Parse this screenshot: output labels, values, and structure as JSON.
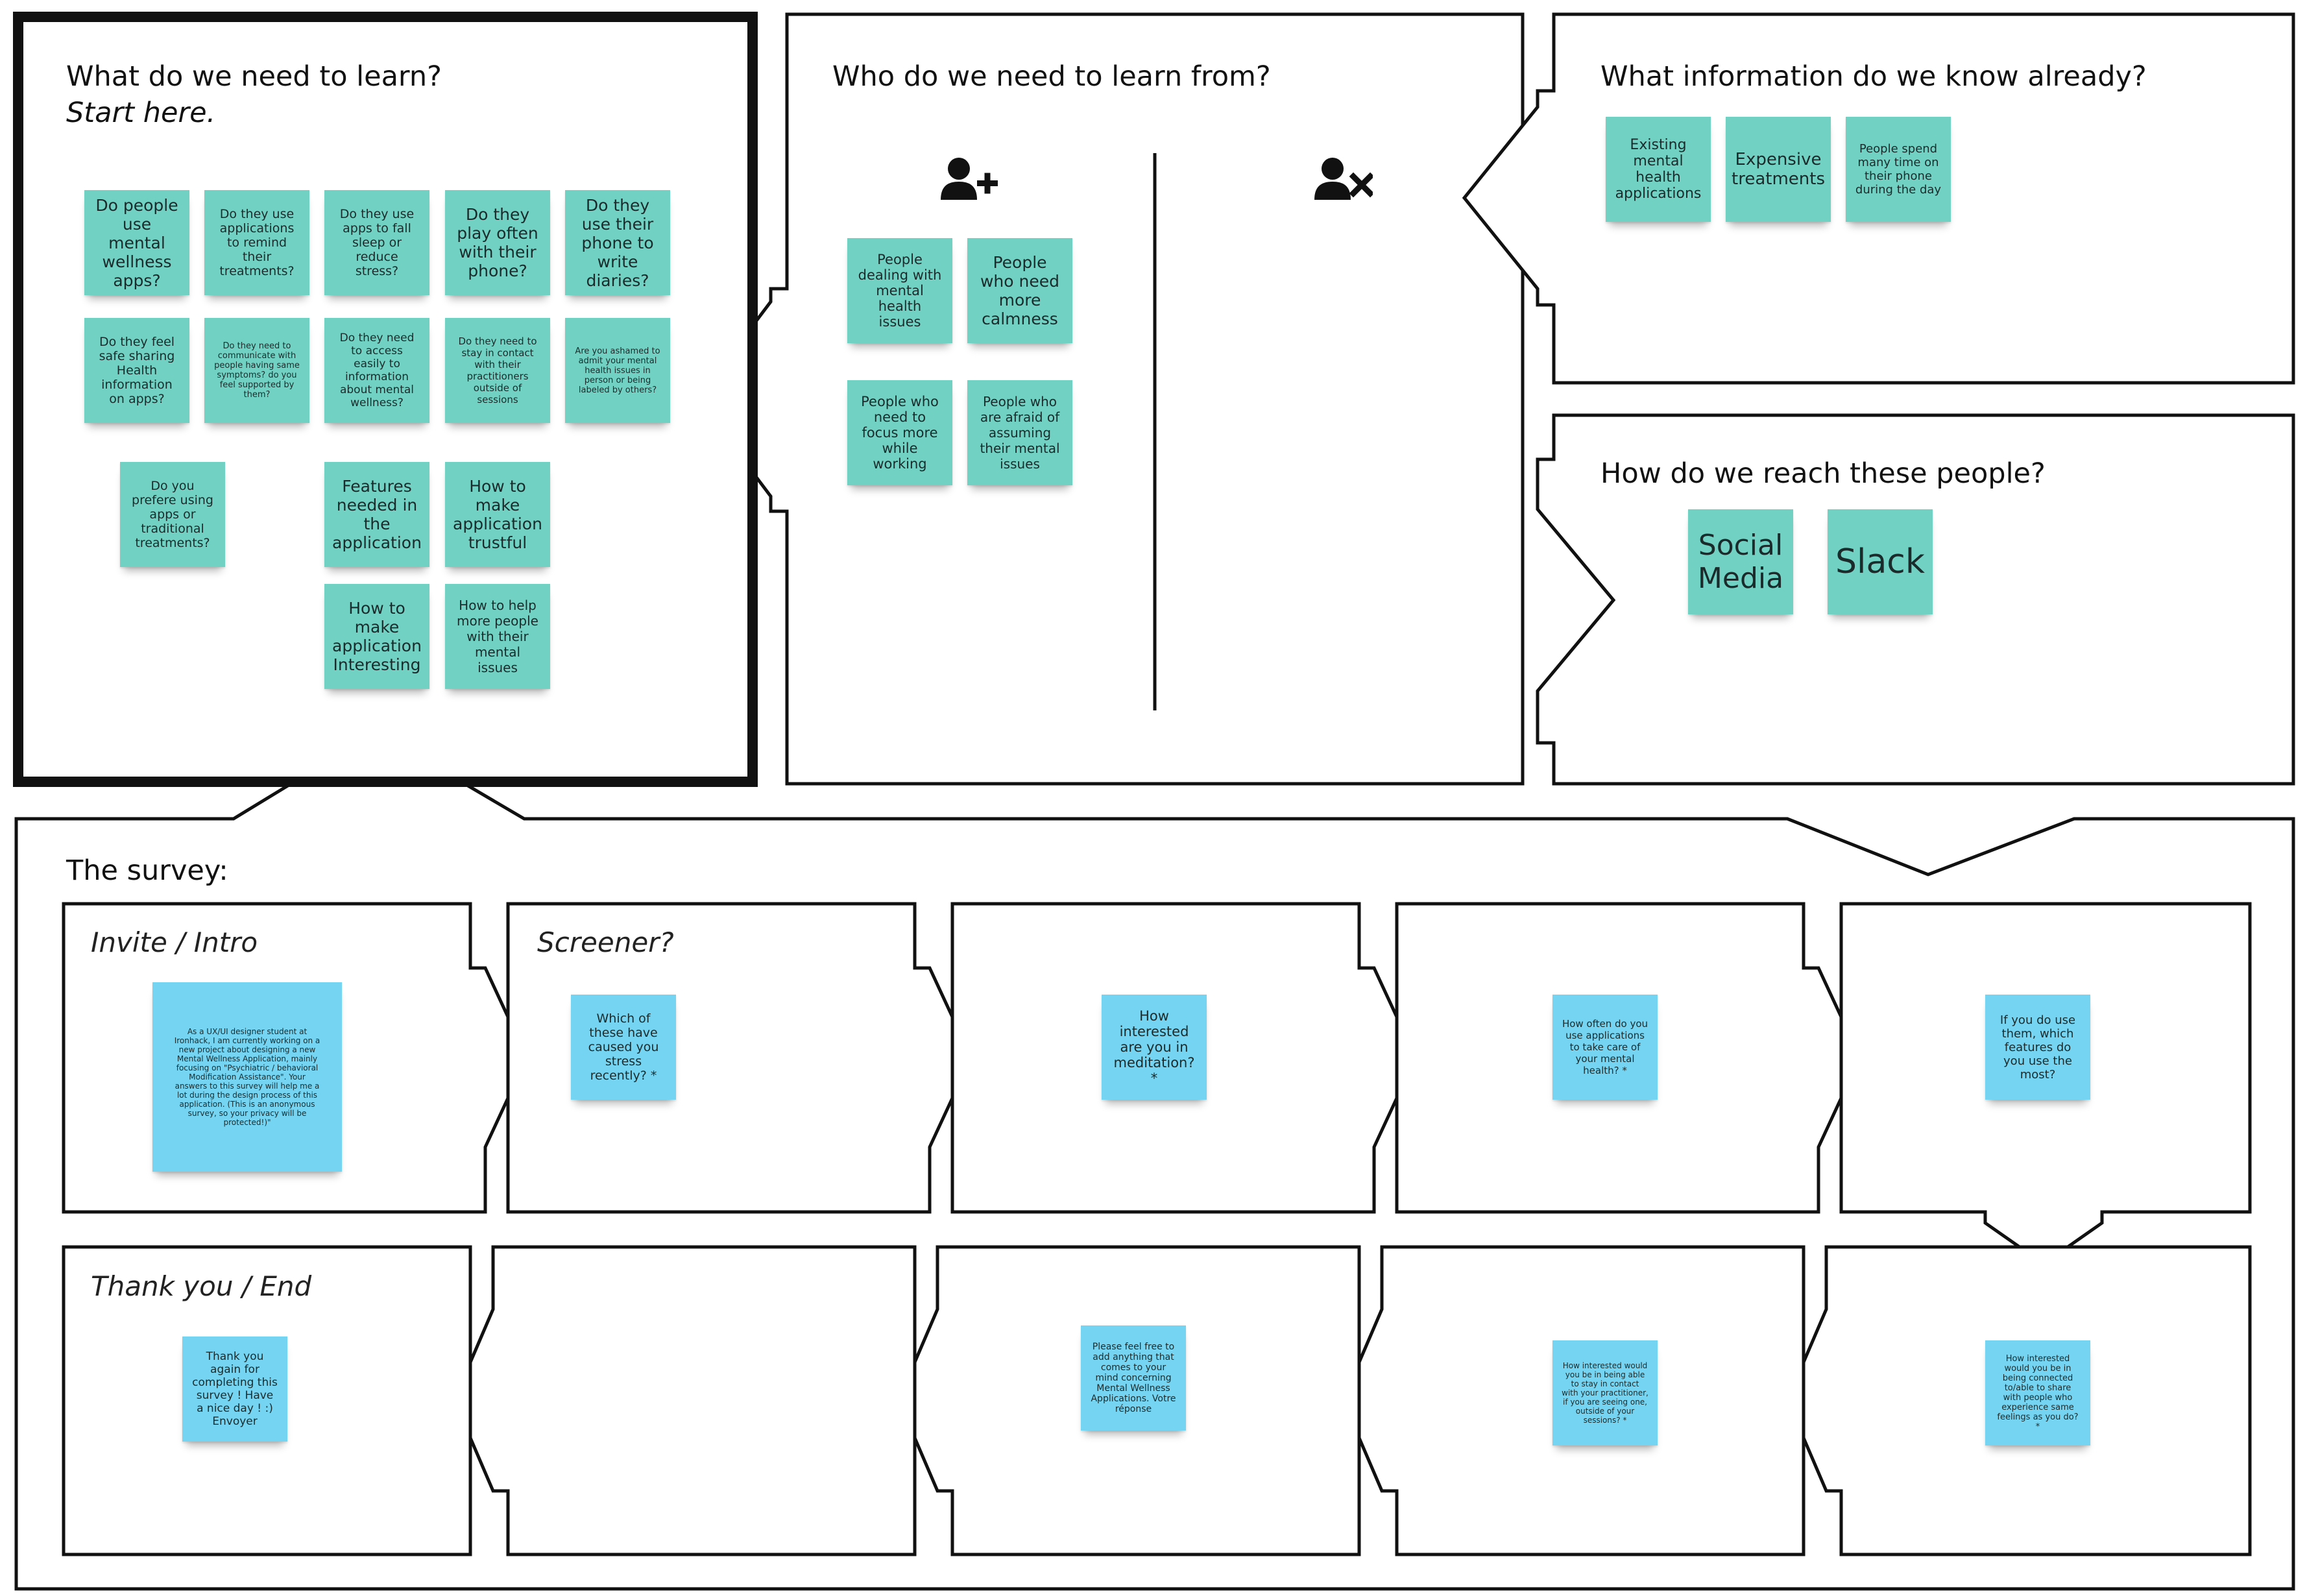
{
  "colors": {
    "teal_sticky": "#71d2c4",
    "blue_sticky": "#74d4f2",
    "frame_stroke": "#111111",
    "background": "#ffffff"
  },
  "learn": {
    "title": "What do we need to learn?",
    "subtitle": "Start here.",
    "notes": [
      "Do people use mental wellness apps?",
      "Do they use applications to remind their treatments?",
      "Do they use apps to fall sleep or reduce stress?",
      "Do they play often with their phone?",
      "Do they use their phone to write diaries?",
      "Do they feel safe sharing Health information on apps?",
      "Do they need to communicate with people having same symptoms? do you feel supported by them?",
      "Do they need to access easily to information about mental wellness?",
      "Do they need to stay in contact with their practitioners outside of sessions",
      "Are you ashamed to admit your mental health issues in person or being labeled by others?",
      "Do you prefere using apps or traditional treatments?",
      "Features needed in the application",
      "How to make application trustful",
      "How to make application Interesting",
      "How to help more people with their mental issues"
    ]
  },
  "who": {
    "title": "Who do we need to learn from?",
    "include_icon": "add-person-icon",
    "exclude_icon": "remove-person-icon",
    "notes": [
      "People dealing with mental health issues",
      "People who need more calmness",
      "People who need to focus more while working",
      "People who are afraid of assuming their mental issues"
    ]
  },
  "know": {
    "title": "What information do we know already?",
    "notes": [
      "Existing mental health applications",
      "Expensive treatments",
      "People spend many time on their phone during the day"
    ]
  },
  "reach": {
    "title": "How do we reach these people?",
    "notes": [
      "Social Media",
      "Slack"
    ]
  },
  "survey": {
    "title": "The survey:",
    "frames": [
      {
        "label": "Invite / Intro",
        "note": "As a UX/UI designer student at Ironhack, I am currently working on a new project about designing a new Mental Wellness Application, mainly focusing on \"Psychiatric / behavioral Modification Assistance\". Your answers to this survey will help me a lot during the design process of this application. (This is an anonymous survey, so your privacy will be protected!)\""
      },
      {
        "label": "Screener?",
        "note": "Which of these have caused you stress recently? *"
      },
      {
        "label": "",
        "note": "How interested are you in meditation? *"
      },
      {
        "label": "",
        "note": "How often do you use applications to take care of your mental health? *"
      },
      {
        "label": "",
        "note": "If you do use them, which features do you use the most?"
      },
      {
        "label": "",
        "note": "How interested would you be in being connected to/able to share with people who experience same feelings as you do? *"
      },
      {
        "label": "",
        "note": "How interested would you be in being able to stay in contact with your practitioner, if you are seeing one, outside of your sessions? *"
      },
      {
        "label": "",
        "note": "Please feel free to add anything that comes to your mind concerning Mental Wellness Applications. Votre réponse"
      },
      {
        "label": "",
        "note": ""
      },
      {
        "label": "Thank you / End",
        "note": "Thank you again for completing this survey ! Have a nice day ! :) Envoyer"
      }
    ]
  }
}
